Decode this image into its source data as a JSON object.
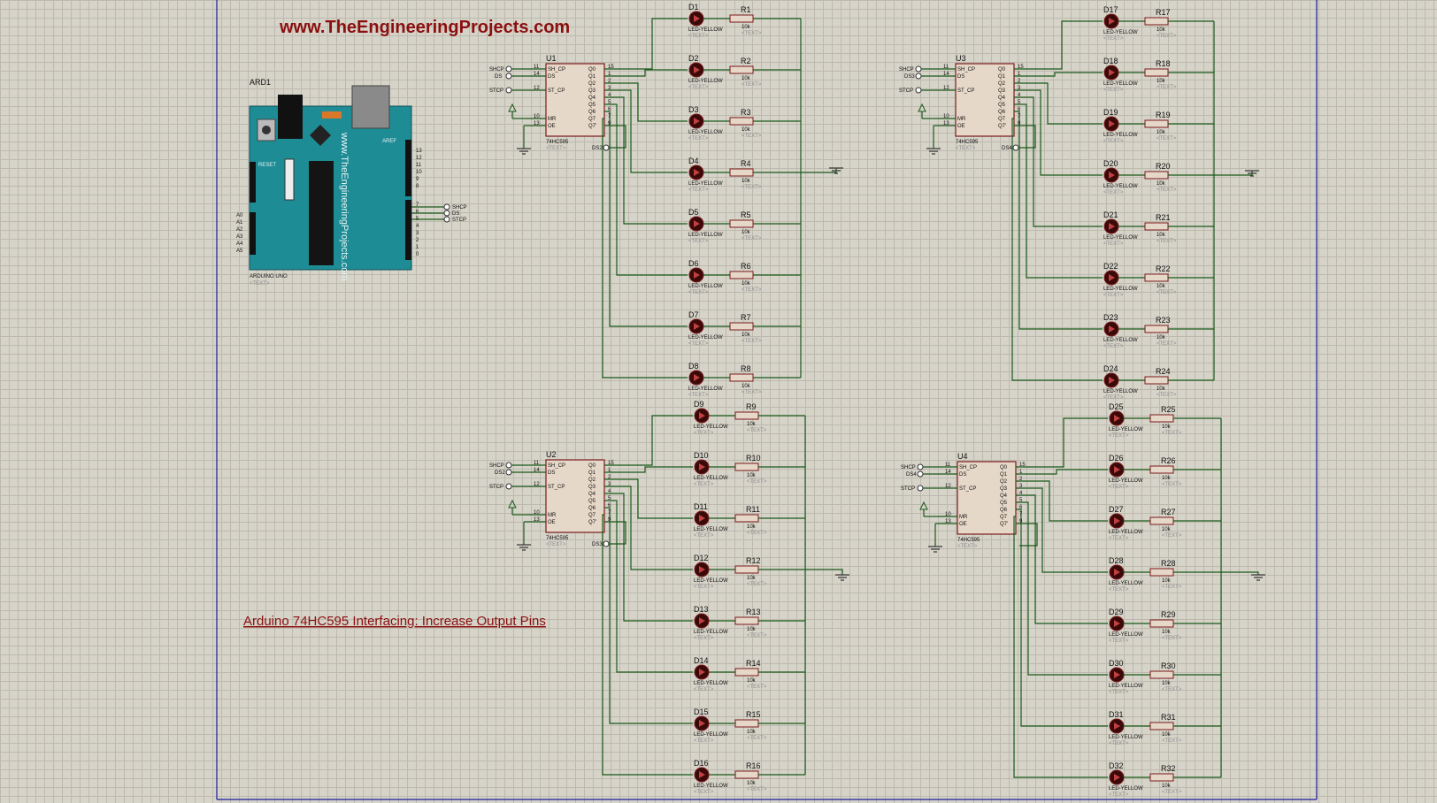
{
  "header": {
    "site_title": "www.TheEngineeringProjects.com",
    "caption": "Arduino 74HC595 Interfacing: Increase Output Pins"
  },
  "arduino": {
    "ref": "ARD1",
    "name": "ARDUINO UNO",
    "text_placeholder": "<TEXT>",
    "board_url": "www.TheEngineeringProjects.com",
    "reset_label": "RESET",
    "aref_label": "AREF",
    "digital_pins": [
      "13",
      "12",
      "11",
      "10",
      "9",
      "8",
      "7",
      "6",
      "5",
      "4",
      "3",
      "2",
      "1",
      "0"
    ],
    "analog_pins": [
      "A0",
      "A1",
      "A2",
      "A3",
      "A4",
      "A5"
    ],
    "net_labels": [
      "SHCP",
      "DS",
      "STCP"
    ],
    "colors": {
      "board": "#1e8c95",
      "board_dark": "#176a70"
    }
  },
  "chips": [
    {
      "ref": "U1",
      "part": "74HC595",
      "ds_in": "DS",
      "ds_out": "DS2",
      "text": "<TEXT>"
    },
    {
      "ref": "U2",
      "part": "74HC595",
      "ds_in": "DS2",
      "ds_out": "DS3",
      "text": "<TEXT>"
    },
    {
      "ref": "U3",
      "part": "74HC595",
      "ds_in": "DS3",
      "ds_out": "DS4",
      "text": "<TEXT>"
    },
    {
      "ref": "U4",
      "part": "74HC595",
      "ds_in": "DS4",
      "ds_out": "",
      "text": "<TEXT>"
    }
  ],
  "chip_pins": {
    "left": [
      "SH_CP",
      "DS",
      "ST_CP",
      "MR",
      "OE"
    ],
    "left_nums": [
      "11",
      "14",
      "12",
      "10",
      "13"
    ],
    "right": [
      "Q0",
      "Q1",
      "Q2",
      "Q3",
      "Q4",
      "Q5",
      "Q6",
      "Q7",
      "Q7'"
    ],
    "right_nums": [
      "15",
      "1",
      "2",
      "3",
      "4",
      "5",
      "6",
      "7",
      "9"
    ],
    "net_shcp": "SHCP",
    "net_stcp": "STCP"
  },
  "leds": {
    "type_label": "LED-YELLOW",
    "value": "10k",
    "text": "<TEXT>",
    "ids": [
      "D1",
      "D2",
      "D3",
      "D4",
      "D5",
      "D6",
      "D7",
      "D8",
      "D9",
      "D10",
      "D11",
      "D12",
      "D13",
      "D14",
      "D15",
      "D16",
      "D17",
      "D18",
      "D19",
      "D20",
      "D21",
      "D22",
      "D23",
      "D24",
      "D25",
      "D26",
      "D27",
      "D28",
      "D29",
      "D30",
      "D31",
      "D32"
    ],
    "res_ids": [
      "R1",
      "R2",
      "R3",
      "R4",
      "R5",
      "R6",
      "R7",
      "R8",
      "R9",
      "R10",
      "R11",
      "R12",
      "R13",
      "R14",
      "R15",
      "R16",
      "R17",
      "R18",
      "R19",
      "R20",
      "R21",
      "R22",
      "R23",
      "R24",
      "R25",
      "R26",
      "R27",
      "R28",
      "R29",
      "R30",
      "R31",
      "R32"
    ]
  },
  "colors": {
    "sheet": "#d6d3c9",
    "grid": "#bdb9ad",
    "wire": "#1a5a1a",
    "component_outline": "#7a1a1a",
    "title": "#8b0f0f",
    "frame": "#1a1a9a"
  }
}
